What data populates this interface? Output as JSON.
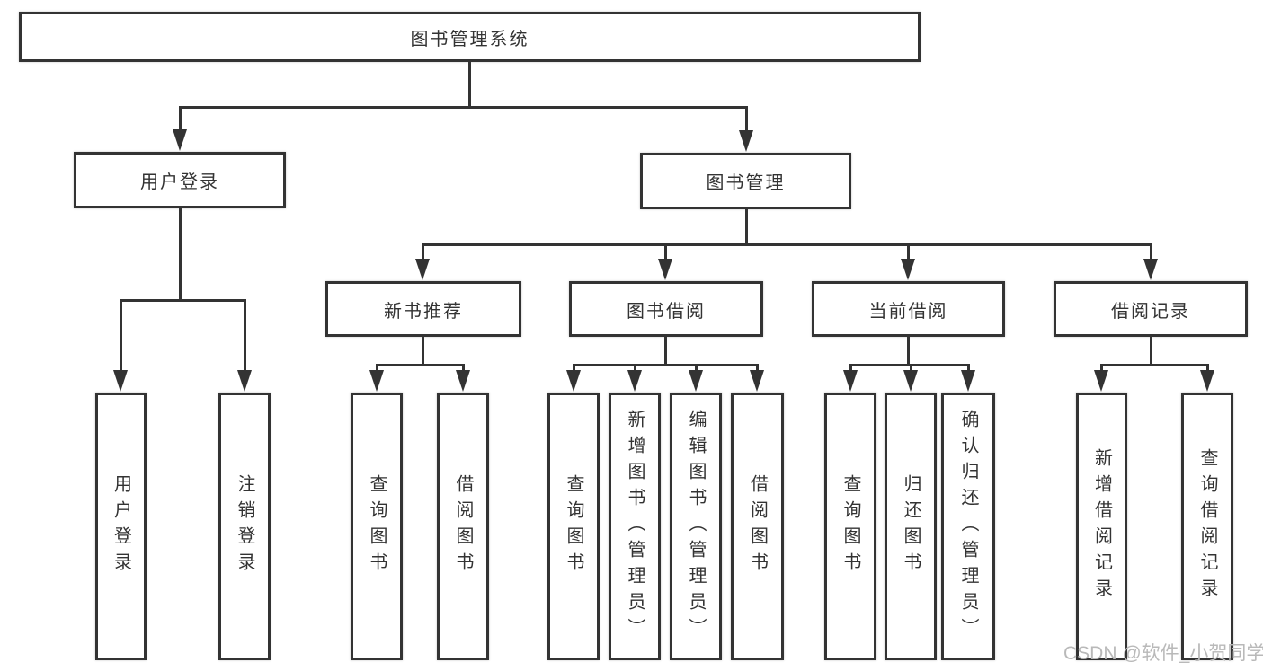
{
  "diagram": {
    "root": {
      "label": "图书管理系统"
    },
    "branches": [
      {
        "label": "用户登录",
        "children": [
          {
            "label": "用户登录"
          },
          {
            "label": "注销登录"
          }
        ]
      },
      {
        "label": "图书管理",
        "children": [
          {
            "label": "新书推荐",
            "children": [
              {
                "label": "查询图书"
              },
              {
                "label": "借阅图书"
              }
            ]
          },
          {
            "label": "图书借阅",
            "children": [
              {
                "label": "查询图书"
              },
              {
                "label": "新增图书（管理员）"
              },
              {
                "label": "编辑图书（管理员）"
              },
              {
                "label": "借阅图书"
              }
            ]
          },
          {
            "label": "当前借阅",
            "children": [
              {
                "label": "查询图书"
              },
              {
                "label": "归还图书"
              },
              {
                "label": "确认归还（管理员）"
              }
            ]
          },
          {
            "label": "借阅记录",
            "children": [
              {
                "label": "新增借阅记录"
              },
              {
                "label": "查询借阅记录"
              }
            ]
          }
        ]
      }
    ]
  },
  "watermark": {
    "text": "CSDN @软件_小贺同学"
  },
  "colors": {
    "line": "#333333",
    "text": "#333333",
    "box_background": "#ffffff",
    "watermark": "#b9b9b9"
  }
}
